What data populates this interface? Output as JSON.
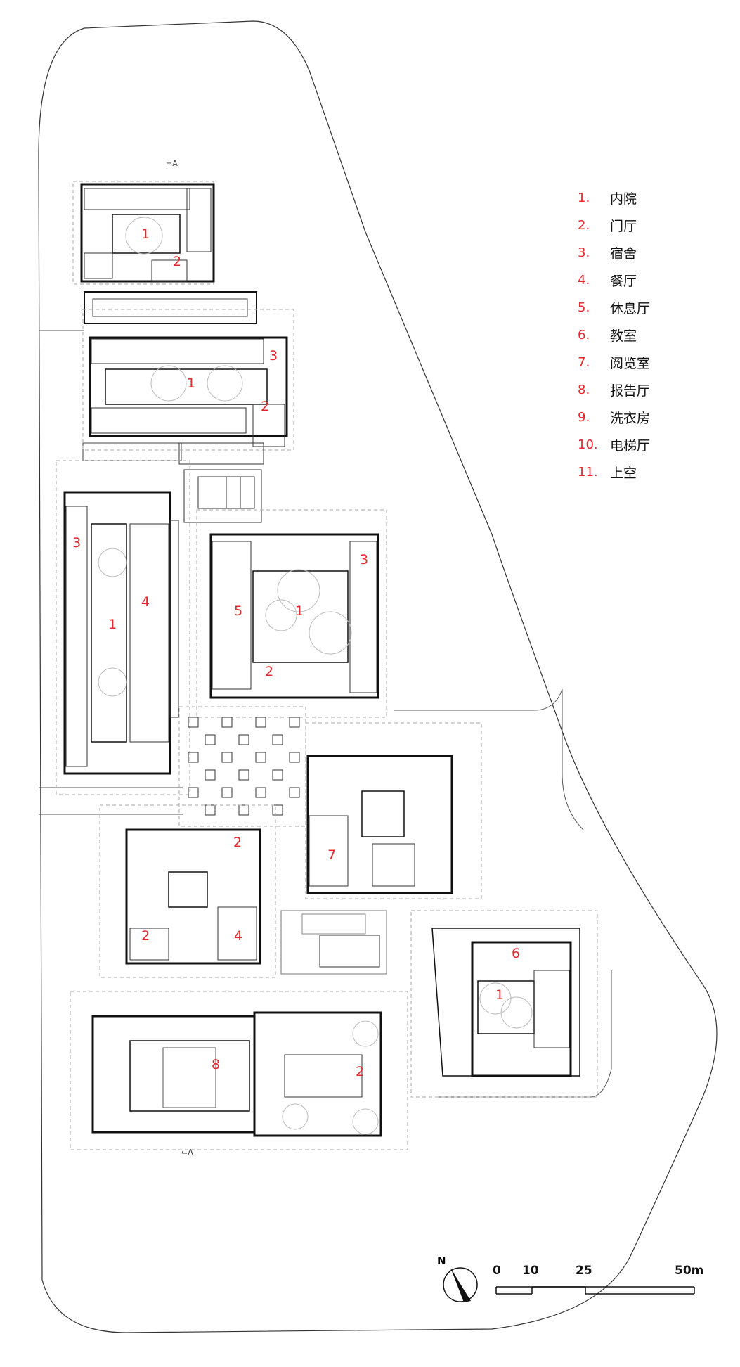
{
  "legend": [
    {
      "num": "1.",
      "label": "内院"
    },
    {
      "num": "2.",
      "label": "门厅"
    },
    {
      "num": "3.",
      "label": "宿舍"
    },
    {
      "num": "4.",
      "label": "餐厅"
    },
    {
      "num": "5.",
      "label": "休息厅"
    },
    {
      "num": "6.",
      "label": "教室"
    },
    {
      "num": "7.",
      "label": "阅览室"
    },
    {
      "num": "8.",
      "label": "报告厅"
    },
    {
      "num": "9.",
      "label": "洗衣房"
    },
    {
      "num": "10.",
      "label": "电梯厅"
    },
    {
      "num": "11.",
      "label": "上空"
    }
  ],
  "room_labels": {
    "a": "1",
    "b": "2",
    "c": "1",
    "d": "2",
    "e": "3",
    "f": "3",
    "g": "4",
    "h": "1",
    "i": "3",
    "j": "5",
    "k": "1",
    "l": "2",
    "m": "2",
    "n": "7",
    "o": "2",
    "p": "4",
    "q": "6",
    "r": "1",
    "s": "8",
    "t": "2"
  },
  "section_marks": {
    "top": "A",
    "bottom": "A"
  },
  "north": "N",
  "scale": {
    "t0": "0",
    "t1": "10",
    "t2": "25",
    "t3": "50m"
  },
  "colors": {
    "label_red": "#e8262b",
    "line": "#222222",
    "dashed": "#aaaaaa"
  }
}
